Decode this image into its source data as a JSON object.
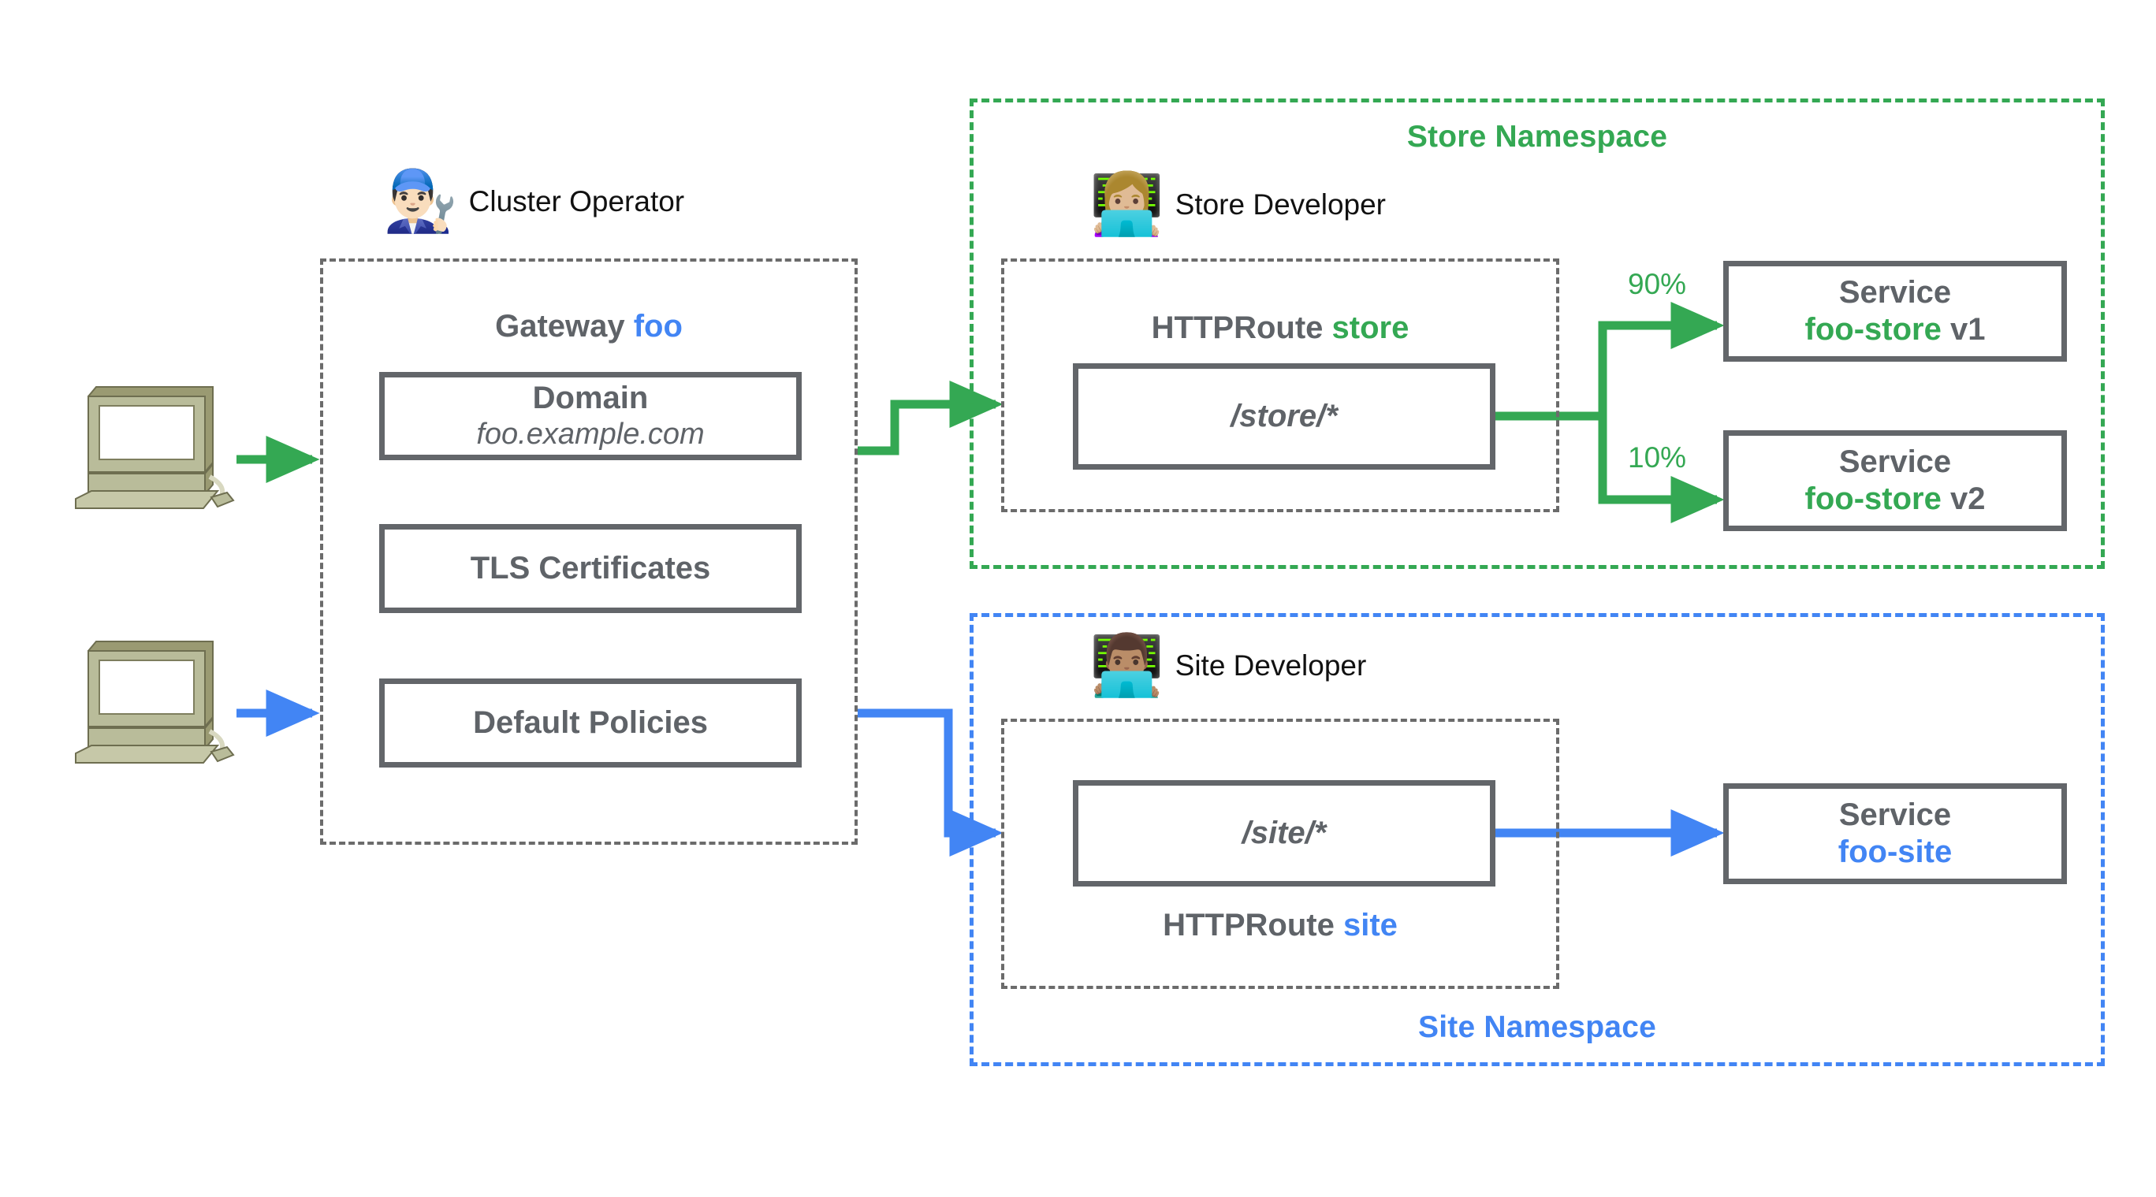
{
  "colors": {
    "green": "#34A853",
    "blue": "#4285F4",
    "grey_box": "#63666A",
    "grey_text": "#5f6368",
    "dashed_grey": "#6b6b6b"
  },
  "clients": [
    {
      "name": "client-computer-top",
      "icon": "desktop-computer-icon",
      "flow_color": "#34A853"
    },
    {
      "name": "client-computer-bottom",
      "icon": "desktop-computer-icon",
      "flow_color": "#4285F4"
    }
  ],
  "gateway": {
    "persona": {
      "emoji": "👨🏻‍🔧",
      "label": "Cluster Operator",
      "icon": "mechanic-avatar-icon"
    },
    "title_prefix": "Gateway ",
    "title_name": "foo",
    "items": [
      {
        "title": "Domain",
        "sub": "foo.example.com"
      },
      {
        "title": "TLS Certificates",
        "sub": ""
      },
      {
        "title": "Default Policies",
        "sub": ""
      }
    ]
  },
  "namespaces": [
    {
      "id": "store",
      "title": "Store Namespace",
      "color": "#34A853",
      "persona": {
        "emoji": "👩🏼‍💻",
        "label": "Store Developer",
        "icon": "woman-technologist-avatar-icon"
      },
      "route_caption_prefix": "HTTPRoute ",
      "route_caption_name": "store",
      "route_match": "/store/*",
      "backends": [
        {
          "title": "Service",
          "name": "foo-store",
          "version": " v1",
          "weight": "90%"
        },
        {
          "title": "Service",
          "name": "foo-store",
          "version": " v2",
          "weight": "10%"
        }
      ]
    },
    {
      "id": "site",
      "title": "Site Namespace",
      "color": "#4285F4",
      "persona": {
        "emoji": "👨🏽‍💻",
        "label": "Site Developer",
        "icon": "man-technologist-avatar-icon"
      },
      "route_caption_prefix": "HTTPRoute ",
      "route_caption_name": "site",
      "route_match": "/site/*",
      "backends": [
        {
          "title": "Service",
          "name": "foo-site",
          "version": "",
          "weight": ""
        }
      ]
    }
  ]
}
